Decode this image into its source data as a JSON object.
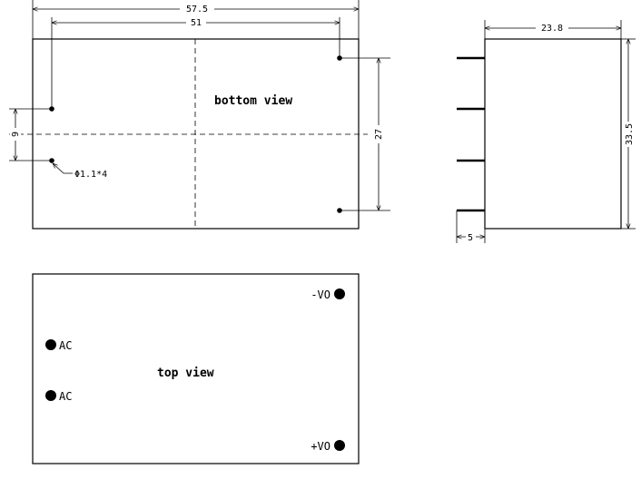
{
  "bottom_view": {
    "title": "bottom view",
    "dim_length_outer": "57.5",
    "dim_length_pins": "51",
    "dim_height_pins": "27",
    "dim_left_spacing": "9",
    "hole_note": "Φ1.1*4"
  },
  "side_view": {
    "dim_width": "23.8",
    "dim_height": "33.5",
    "dim_pin_length": "5"
  },
  "top_view": {
    "title": "top view",
    "pin_minus_vo": "-VO",
    "pin_plus_vo": "+VO",
    "pin_ac_1": "AC",
    "pin_ac_2": "AC"
  }
}
